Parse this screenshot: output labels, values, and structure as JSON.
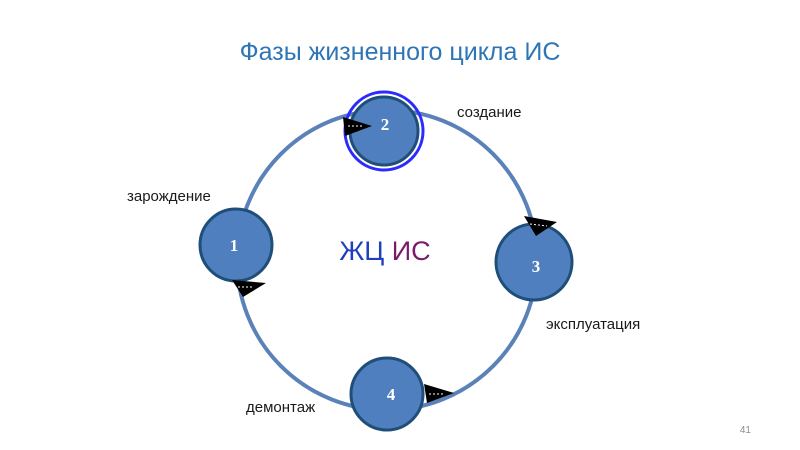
{
  "title": "Фазы жизненного цикла ИС",
  "center": {
    "part1": "ЖЦ",
    "part2": "ИС",
    "part1_color": "#1f3fbf",
    "part2_color": "#7a1a6b"
  },
  "phases": [
    {
      "number": "1",
      "label": "зарождение"
    },
    {
      "number": "2",
      "label": "создание"
    },
    {
      "number": "3",
      "label": "эксплуатация"
    },
    {
      "number": "4",
      "label": "демонтаж"
    }
  ],
  "colors": {
    "title": "#2e75b6",
    "ring": "#5b82b8",
    "node_fill": "#4f7fbf",
    "node_stroke": "#1f4e79",
    "highlight_ring": "#2b2bff",
    "arrow": "#000000"
  },
  "arrows": [
    {
      "name": "arrow-1-to-2"
    },
    {
      "name": "arrow-2-to-3"
    },
    {
      "name": "arrow-3-to-4"
    },
    {
      "name": "arrow-4-to-1"
    }
  ],
  "page_number": "41"
}
